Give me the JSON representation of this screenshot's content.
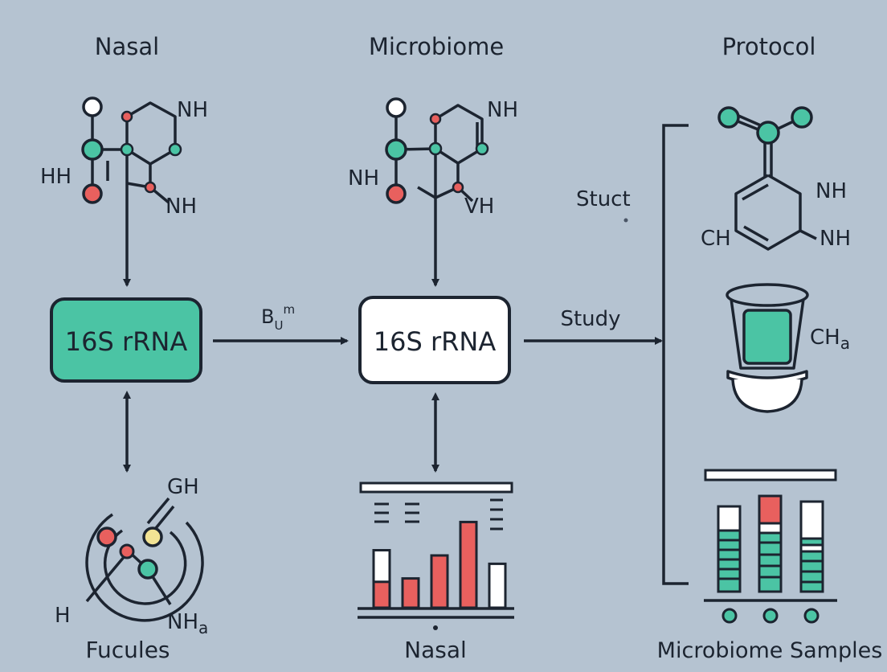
{
  "colors": {
    "background": "#b5c3d1",
    "ink": "#1c2430",
    "teal": "#4bc4a4",
    "red": "#e8605e",
    "yellow": "#f2e394",
    "white": "#ffffff"
  },
  "headings": {
    "left": "Nasal",
    "middle": "Microbiome",
    "right": "Protocol"
  },
  "molecule_left": {
    "label_nh_top": "NH",
    "label_hh": "HH",
    "label_nh_bottom": "NH"
  },
  "molecule_middle": {
    "label_nh_top": "NH",
    "label_nh_left": "NH",
    "label_vh": "VH"
  },
  "boxes": {
    "left": "16S rRNA",
    "middle": "16S rRNA"
  },
  "arrows": {
    "left_to_middle": "B",
    "left_to_middle_sub": "U",
    "left_to_middle_sup": "m",
    "middle_to_right": "Study"
  },
  "side_note": "Stuct",
  "molecule_right": {
    "label_nh_top": "NH",
    "label_ch": "CH",
    "label_nh_bottom": "NH"
  },
  "cup": {
    "label_main": "CH",
    "label_sub": "a"
  },
  "bottom_left": {
    "label_gh": "GH",
    "label_h": "H",
    "label_nh_main": "NH",
    "label_nh_sub": "a",
    "caption": "Fucules"
  },
  "bottom_middle": {
    "caption": "Nasal"
  },
  "bottom_right": {
    "caption": "Microbiome Samples"
  },
  "chart_middle": {
    "bars": [
      {
        "value": 0.55,
        "color": "white"
      },
      {
        "value": 0.28,
        "color": "red"
      },
      {
        "value": 0.5,
        "color": "red"
      },
      {
        "value": 0.82,
        "color": "red"
      },
      {
        "value": 0.42,
        "color": "white"
      }
    ]
  }
}
